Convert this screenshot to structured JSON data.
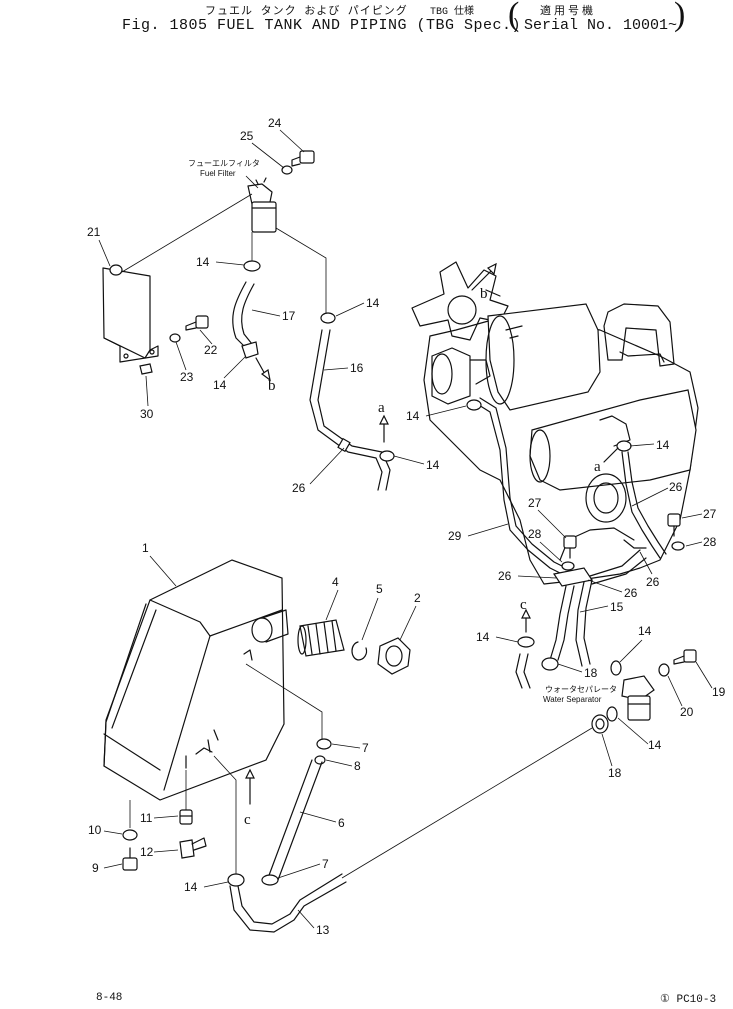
{
  "header": {
    "title_jp": "フュエル タンク および パイピング",
    "tbg_jp": "TBG 仕様",
    "title": "Fig. 1805  FUEL TANK AND PIPING (TBG Spec.)",
    "serial_jp": "適用号機",
    "serial": "Serial No. 10001~"
  },
  "callouts": {
    "fuel_filter_jp": "フューエルフィルタ",
    "fuel_filter": "Fuel Filter",
    "water_separator_jp": "ウォータセパレータ",
    "water_separator": "Water Separator"
  },
  "part_labels": {
    "p1": "1",
    "p2": "2",
    "p4": "4",
    "p5": "5",
    "p6": "6",
    "p7a": "7",
    "p7b": "7",
    "p8": "8",
    "p9": "9",
    "p10": "10",
    "p11": "11",
    "p12": "12",
    "p13": "13",
    "p14a": "14",
    "p14b": "14",
    "p14c": "14",
    "p14d": "14",
    "p14e": "14",
    "p14f": "14",
    "p14g": "14",
    "p14h": "14",
    "p14i": "14",
    "p14j": "14",
    "p15": "15",
    "p16": "16",
    "p17": "17",
    "p18a": "18",
    "p18b": "18",
    "p19": "19",
    "p20": "20",
    "p21": "21",
    "p22": "22",
    "p23": "23",
    "p24": "24",
    "p25": "25",
    "p26a": "26",
    "p26b": "26",
    "p26c": "26",
    "p26d": "26",
    "p26e": "26",
    "p27a": "27",
    "p27b": "27",
    "p28a": "28",
    "p28b": "28",
    "p29": "29",
    "p30": "30"
  },
  "ref_letters": {
    "a1": "a",
    "a2": "a",
    "b1": "b",
    "b2": "b",
    "c1": "c",
    "c2": "c"
  },
  "footer": {
    "page": "8-48",
    "code": "① PC10-3"
  }
}
